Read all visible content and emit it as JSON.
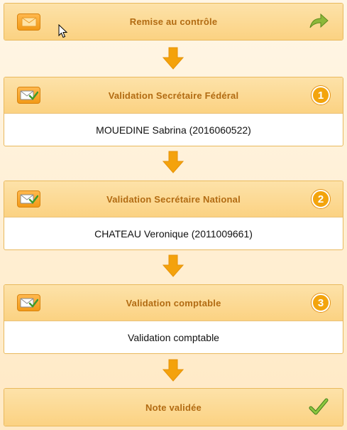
{
  "workflow": {
    "steps": [
      {
        "title": "Remise au contrôle",
        "type": "start",
        "icon": "envelope-icon",
        "status_icon": "forward-arrow-icon"
      },
      {
        "title": "Validation Secrétaire Fédéral",
        "type": "validation",
        "icon": "envelope-check-icon",
        "badge": "1",
        "assignee": "MOUEDINE Sabrina (2016060522)"
      },
      {
        "title": "Validation Secrétaire National",
        "type": "validation",
        "icon": "envelope-check-icon",
        "badge": "2",
        "assignee": "CHATEAU Veronique (2011009661)"
      },
      {
        "title": "Validation comptable",
        "type": "validation",
        "icon": "envelope-check-icon",
        "badge": "3",
        "assignee": "Validation comptable"
      },
      {
        "title": "Note validée",
        "type": "end",
        "status_icon": "checkmark-icon"
      }
    ]
  },
  "colors": {
    "header_bg": "#fbd282",
    "title_text": "#b26b12",
    "badge_bg": "#f3a40d",
    "arrow": "#f4a20c",
    "border": "#e9b95d"
  }
}
